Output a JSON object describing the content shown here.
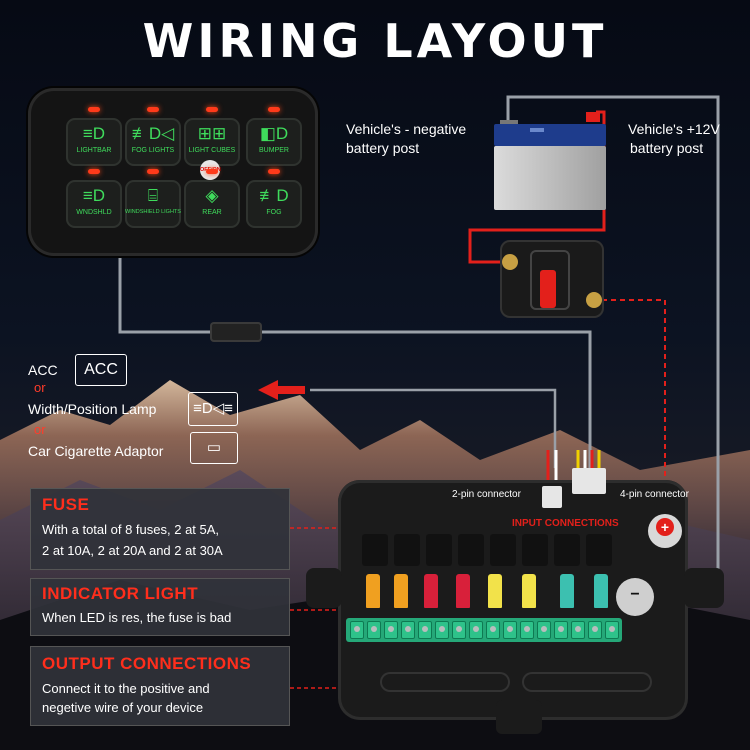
{
  "title": "WIRING LAYOUT",
  "switch_panel": {
    "buttons": [
      {
        "label": "LIGHTBAR",
        "icon": "light-bar-icon"
      },
      {
        "label": "FOG LIGHTS",
        "icon": "fog-lights-icon"
      },
      {
        "label": "LIGHT CUBES",
        "icon": "light-cubes-icon"
      },
      {
        "label": "BUMPER",
        "icon": "bumper-light-icon"
      },
      {
        "label": "WNDSHLD",
        "icon": "windshield-light-icon"
      },
      {
        "label": "WINDSHIELD LIGHTS",
        "icon": "windshield-lights-icon"
      },
      {
        "label": "REAR",
        "icon": "rear-light-icon"
      },
      {
        "label": "FOG",
        "icon": "fog-icon"
      }
    ],
    "onoff_label": "OFF/ON"
  },
  "battery": {
    "negative_label_line1": "Vehicle's - negative",
    "negative_label_line2": "battery post",
    "positive_label_line1": "Vehicle's +12V",
    "positive_label_line2": "battery post"
  },
  "acc": {
    "acc_label": "ACC",
    "acc_box": "ACC",
    "or1": "or",
    "width_lamp": "Width/Position Lamp",
    "or2": "or",
    "cigarette": "Car Cigarette Adaptor"
  },
  "fuse_section": {
    "heading": "FUSE",
    "text_line1": "With a total of 8 fuses, 2 at 5A,",
    "text_line2": "2 at 10A, 2 at 20A and 2 at 30A"
  },
  "indicator_section": {
    "heading": "INDICATOR LIGHT",
    "text": "When LED is res, the fuse is bad"
  },
  "output_section": {
    "heading": "OUTPUT CONNECTIONS",
    "text_line1": "Connect it to the positive and",
    "text_line2": "negetive wire of your device"
  },
  "fuse_box": {
    "two_pin": "2-pin connector",
    "four_pin": "4-pin connector",
    "input_connections": "INPUT CONNECTIONS",
    "plus": "+",
    "minus": "−"
  },
  "colors": {
    "accent_red": "#ff2e1c",
    "switch_green": "#3fdc5c",
    "wire_red": "#e3201b",
    "wire_gray": "#9aa0a8"
  }
}
